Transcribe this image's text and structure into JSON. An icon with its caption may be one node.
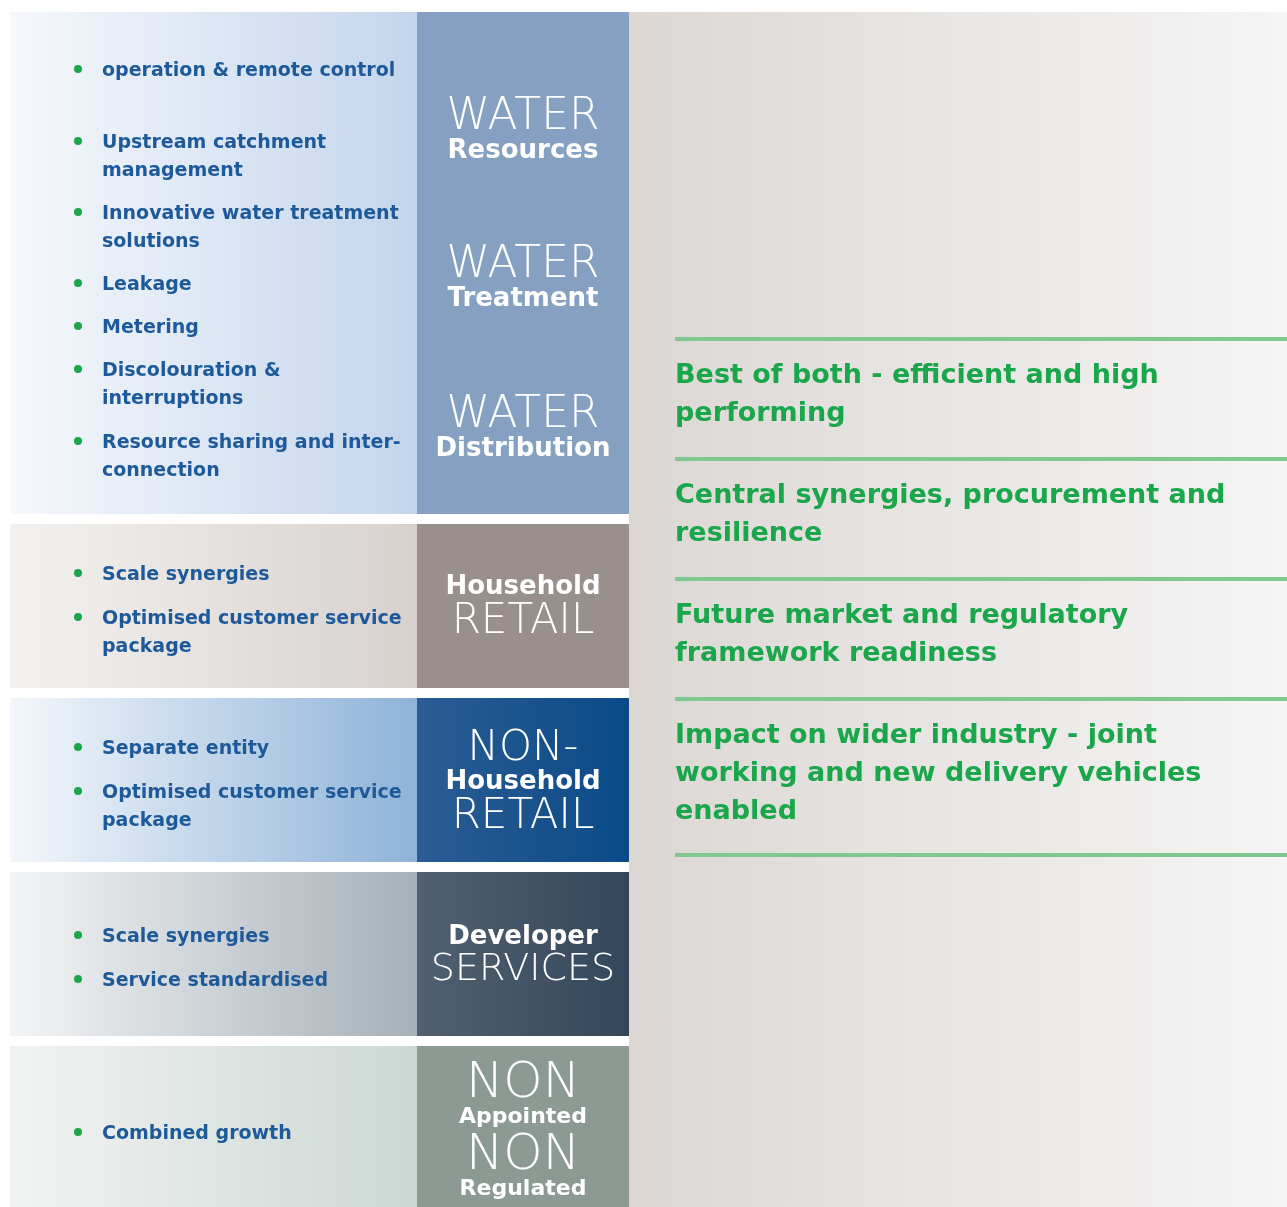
{
  "diagram": {
    "nodes": [
      {
        "text": [
          "operation & remote control",
          "Upstream catchment management",
          "Innovative water treatment solutions",
          "Leakage",
          "Metering",
          "Discolouration & interruptions",
          "Resource sharing and inter-connection"
        ]
      },
      {
        "text": [
          "WATER",
          "Resources"
        ],
        "in": 0
      },
      {
        "text": [
          "WATER",
          "Treatment"
        ],
        "in": 0
      },
      {
        "text": [
          "WATER",
          "Distribution"
        ],
        "in": 0
      },
      {
        "text": [
          "Scale synergies",
          "Optimised customer service package"
        ]
      },
      {
        "text": [
          "Household",
          "RETAIL"
        ],
        "in": 4
      },
      {
        "text": [
          "Separate entity",
          "Optimised customer service package"
        ]
      },
      {
        "text": [
          "NON-",
          "Household",
          "RETAIL"
        ],
        "in": 6
      },
      {
        "text": [
          "Scale synergies",
          "Service standardised"
        ]
      },
      {
        "text": [
          "Developer",
          "SERVICES"
        ],
        "in": 8
      },
      {
        "text": [
          "Combined growth"
        ]
      },
      {
        "text": [
          "NON",
          "Appointed",
          "NON",
          "Regulated"
        ],
        "in": 10
      }
    ],
    "edges": [],
    "labels": [
      "Best of both - efficient and high performing",
      "Central synergies, procurement and resilience",
      "Future market and regulatory framework readiness",
      "Impact on wider industry - joint working and new delivery vehicles enabled"
    ]
  }
}
